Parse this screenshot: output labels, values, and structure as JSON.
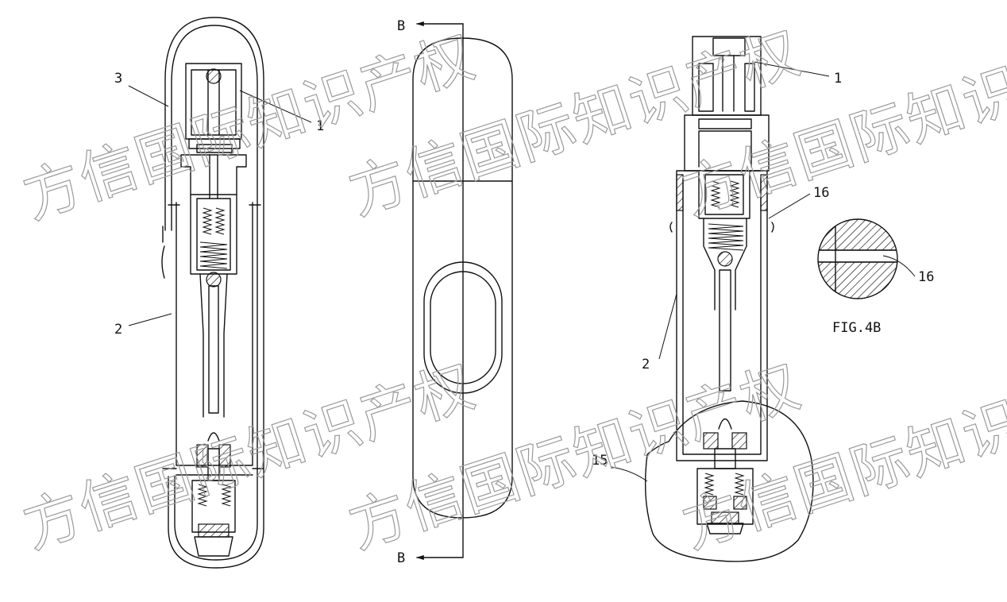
{
  "figure": {
    "left_view": {
      "labels": [
        "3",
        "1",
        "2"
      ]
    },
    "middle_view": {
      "section_labels": [
        "B",
        "B"
      ]
    },
    "right_view": {
      "labels": [
        "1",
        "16",
        "2",
        "15"
      ],
      "detail_label": "16",
      "caption": "FIG.4B"
    }
  },
  "watermark": {
    "text": "方信国际知识产权"
  },
  "colors": {
    "line": "#111111",
    "background": "#ffffff",
    "watermark": "#9a9a9a"
  }
}
